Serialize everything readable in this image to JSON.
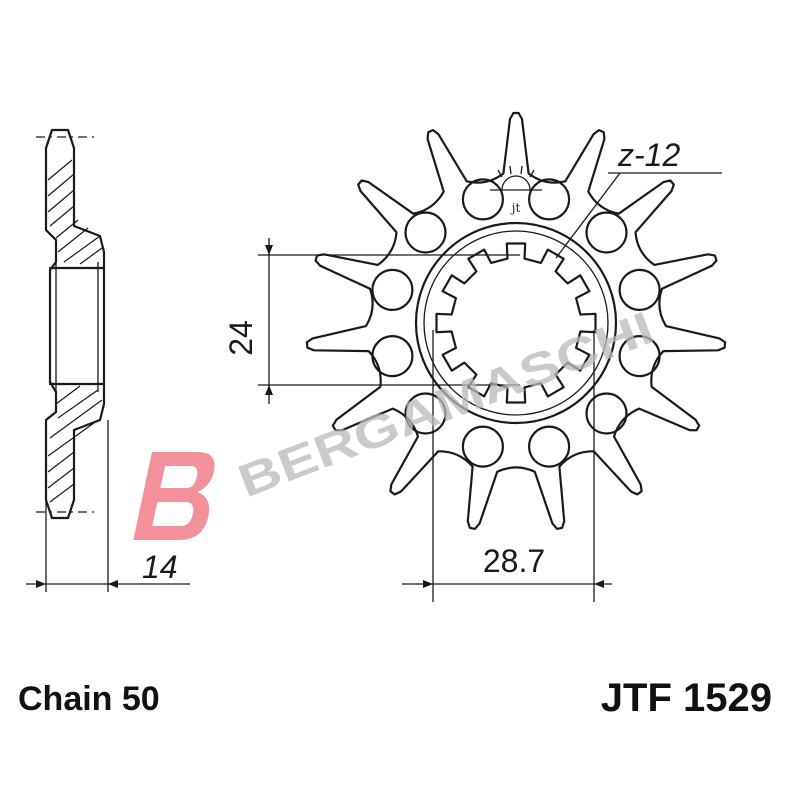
{
  "labels": {
    "chain": "Chain 50",
    "part_number": "JTF 1529"
  },
  "dimensions": {
    "side_width": "14",
    "bore": "24",
    "spline_width": "28.7",
    "spline_count": "z-12"
  },
  "watermark": {
    "brand": "BERGAMASCHI",
    "logo_letter": "B",
    "logo_color": "#e8344a"
  },
  "stamp": {
    "maker_mark": "jt"
  },
  "sprocket": {
    "teeth": 15,
    "lightening_holes": 12
  }
}
